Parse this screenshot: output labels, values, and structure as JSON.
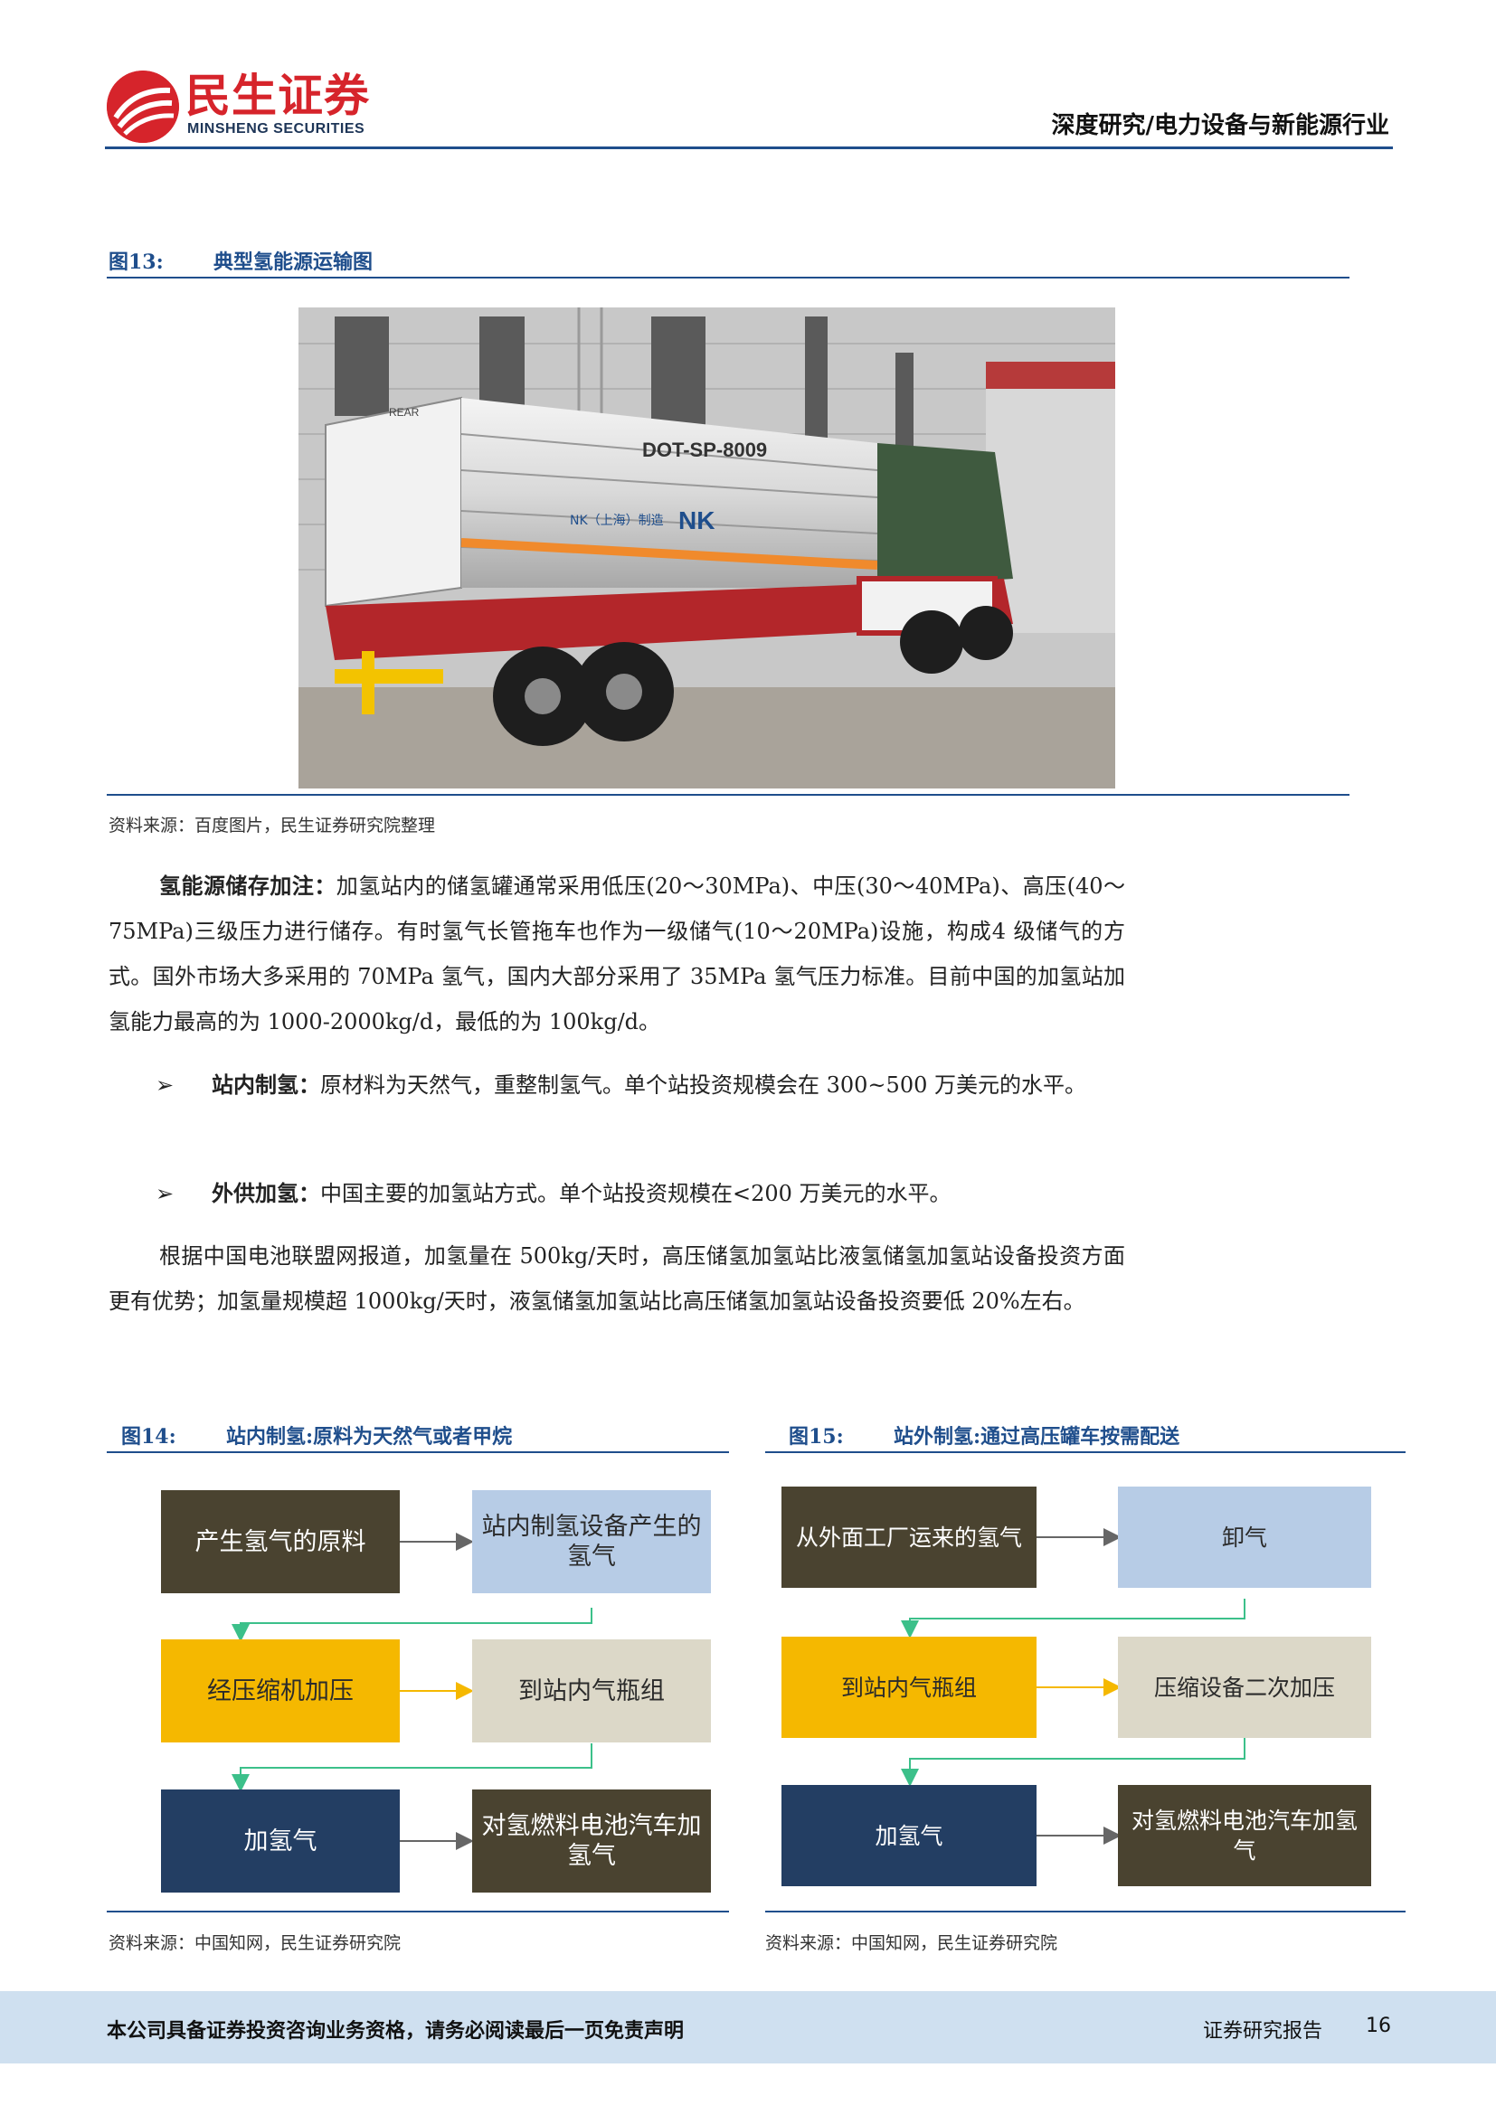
{
  "header": {
    "logo_cn": "民生证券",
    "logo_en": "MINSHENG SECURITIES",
    "section": "深度研究/电力设备与新能源行业"
  },
  "figure13": {
    "num": "图13:",
    "title": "典型氢能源运输图",
    "source": "资料来源：百度图片，民生证券研究院整理",
    "image_text": {
      "tank_code": "DOT-SP-8009",
      "tank_brand": "NK（上海）制造",
      "tank_logo": "NK",
      "rear_label": "REAR"
    }
  },
  "body": {
    "p1_lead": "氢能源储存加注：",
    "p1_text": "加氢站内的储氢罐通常采用低压(20～30MPa)、中压(30～40MPa)、高压(40～75MPa)三级压力进行储存。有时氢气长管拖车也作为一级储气(10～20MPa)设施，构成4 级储气的方式。国外市场大多采用的 70MPa 氢气，国内大部分采用了 35MPa 氢气压力标准。目前中国的加氢站加氢能力最高的为 1000-2000kg/d，最低的为 100kg/d。",
    "b1_lead": "站内制氢：",
    "b1_text": "原材料为天然气，重整制氢气。单个站投资规模会在 300~500 万美元的水平。",
    "b2_lead": "外供加氢：",
    "b2_text": "中国主要的加氢站方式。单个站投资规模在<200 万美元的水平。",
    "p2_text": "根据中国电池联盟网报道，加氢量在 500kg/天时，高压储氢加氢站比液氢储氢加氢站设备投资方面更有优势；加氢量规模超 1000kg/天时，液氢储氢加氢站比高压储氢加氢站设备投资要低 20%左右。",
    "bullet_symbol": "➢"
  },
  "figure14": {
    "num": "图14:",
    "title": "站内制氢:原料为天然气或者甲烷",
    "source": "资料来源：中国知网，民生证券研究院",
    "boxes": [
      "产生氢气的原料",
      "站内制氢设备产生的氢气",
      "经压缩机加压",
      "到站内气瓶组",
      "加氢气",
      "对氢燃料电池汽车加氢气"
    ]
  },
  "figure15": {
    "num": "图15:",
    "title": "站外制氢:通过高压罐车按需配送",
    "source": "资料来源：中国知网，民生证券研究院",
    "boxes": [
      "从外面工厂运来的氢气",
      "卸气",
      "到站内气瓶组",
      "压缩设备二次加压",
      "加氢气",
      "对氢燃料电池汽车加氢气"
    ]
  },
  "footer": {
    "disclaimer": "本公司具备证券投资咨询业务资格，请务必阅读最后一页免责声明",
    "report_type": "证券研究报告",
    "page": "16"
  },
  "colors": {
    "brand_red": "#d6242b",
    "brand_blue": "#1f4e8c",
    "box_dark": "#4a4330",
    "box_blue": "#b7cce6",
    "box_gold": "#f5b800",
    "box_beige": "#dcd8c8",
    "box_navy": "#233e63",
    "arrow_green": "#3cc08a",
    "arrow_gold": "#f5b800",
    "arrow_gray": "#666666"
  }
}
